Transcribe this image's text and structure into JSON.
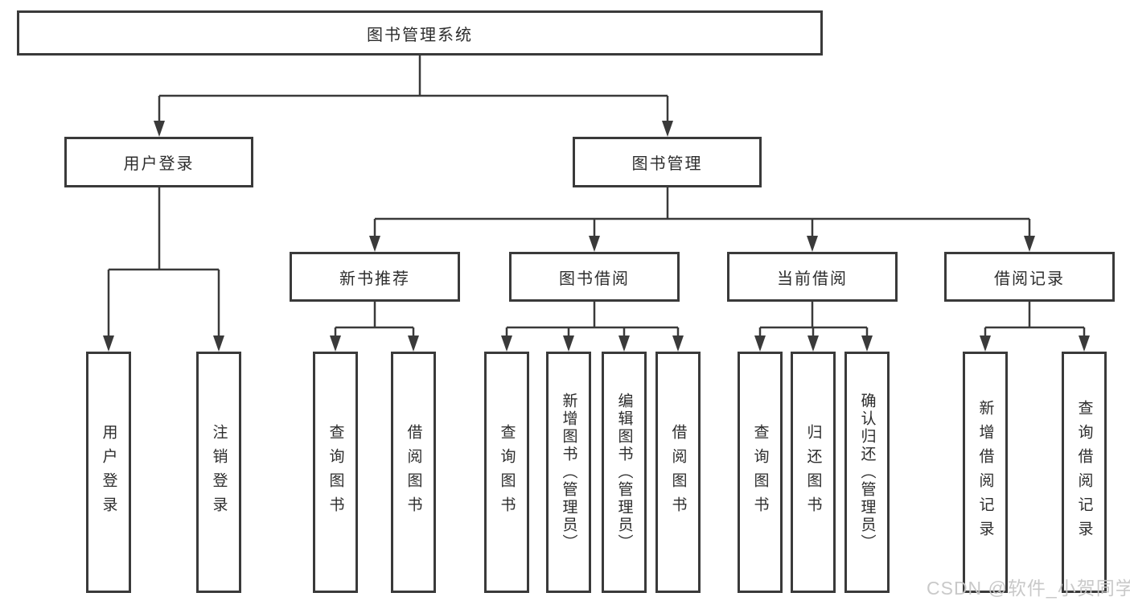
{
  "diagram": {
    "root": "图书管理系统",
    "branches": [
      {
        "label": "用户登录",
        "children": [
          "用户登录",
          "注销登录"
        ]
      },
      {
        "label": "图书管理",
        "sections": [
          {
            "label": "新书推荐",
            "children": [
              "查询图书",
              "借阅图书"
            ]
          },
          {
            "label": "图书借阅",
            "children": [
              "查询图书",
              "新增图书（管理员）",
              "编辑图书（管理员）",
              "借阅图书"
            ]
          },
          {
            "label": "当前借阅",
            "children": [
              "查询图书",
              "归还图书",
              "确认归还（管理员）"
            ]
          },
          {
            "label": "借阅记录",
            "children": [
              "新增借阅记录",
              "查询借阅记录"
            ]
          }
        ]
      }
    ]
  },
  "watermark": {
    "text": "CSDN @软件_小贺同学"
  },
  "colors": {
    "line": "#3a3a3a",
    "box_border": "#3a3a3a",
    "text": "#2d2d2d",
    "watermark": "#c6c6c6"
  }
}
